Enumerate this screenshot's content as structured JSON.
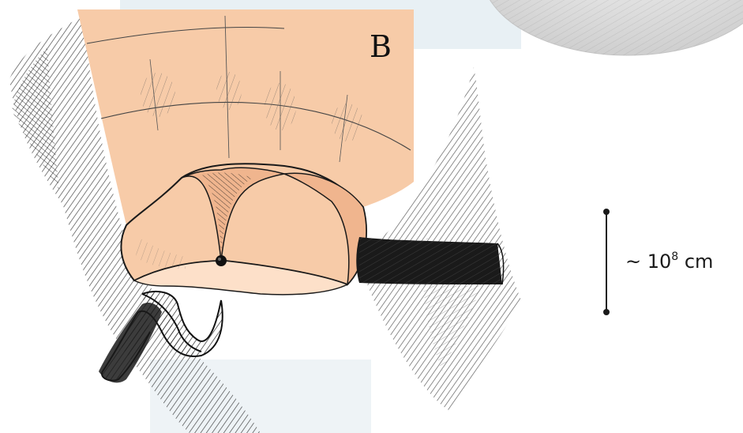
{
  "panel": {
    "letter": "B"
  },
  "scale_bar": {
    "prefix": "~ 10",
    "exponent": "8",
    "unit": " cm"
  },
  "colors": {
    "skin": "#f7cba8",
    "skin_shadow": "#f0b58e",
    "ink": "#1a1a1a",
    "pale_blue": "#e8f0f4",
    "cloud_grey": "#d8d8d8"
  }
}
